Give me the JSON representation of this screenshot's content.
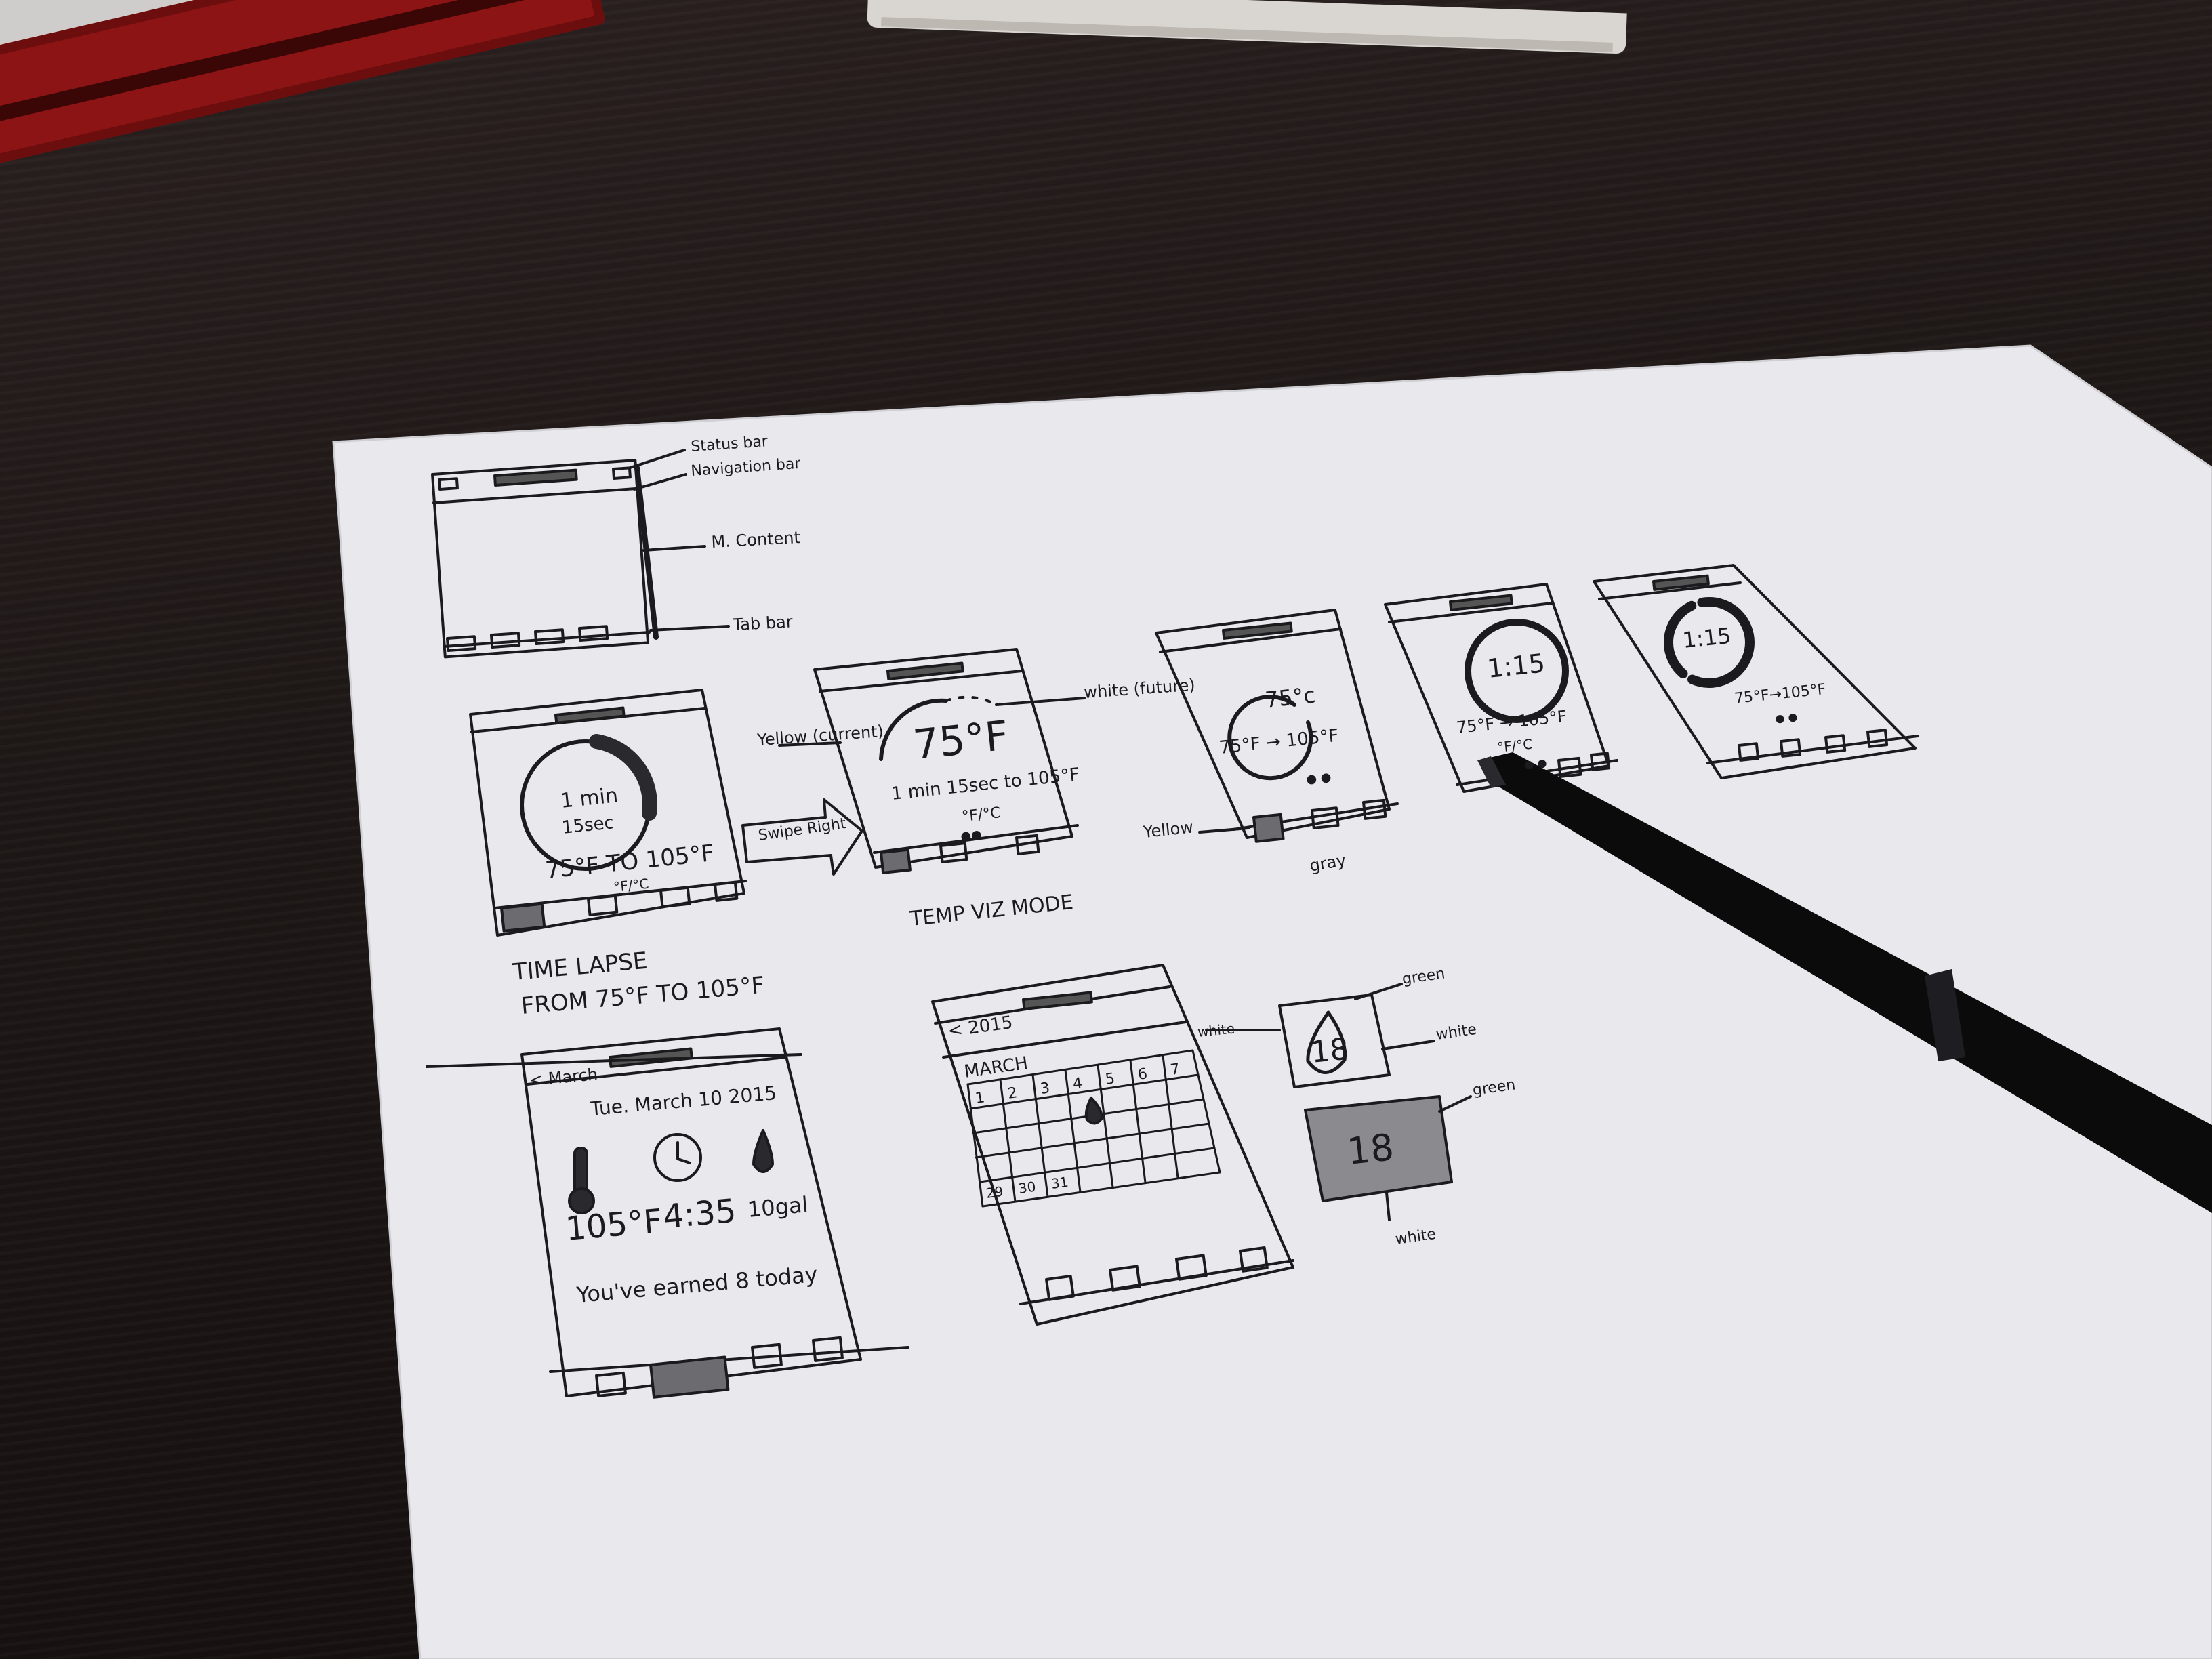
{
  "annotations": {
    "status_bar": "Status bar",
    "navigation_bar": "Navigation bar",
    "main_content": "M. Content",
    "tab_bar": "Tab bar"
  },
  "screen_a": {
    "ring_line1": "1 min",
    "ring_line2": "15sec",
    "temps": "75°F TO 105°F",
    "unit": "°F/°C",
    "swipe_label": "Swipe Right",
    "caption_line1": "TIME LAPSE",
    "caption_line2": "FROM 75°F TO 105°F"
  },
  "screen_b": {
    "yellow_note": "Yellow (current)",
    "white_note": "white (future)",
    "temp": "75°F",
    "subline": "1 min 15sec to 105°F",
    "unit": "°F/°C",
    "dots": "●●",
    "caption": "TEMP VIZ MODE"
  },
  "screen_c": {
    "temp": "75°c",
    "range": "75°F → 105°F",
    "dots": "● ●",
    "yellow_note": "Yellow",
    "gray_note": "gray"
  },
  "screen_d": {
    "time": "1:15",
    "range": "75°F → 105°F",
    "unit": "°F/°C",
    "dots": "● ●"
  },
  "screen_e": {
    "time": "1:15",
    "range": "75°F→105°F",
    "dots": "● ●"
  },
  "screen_f": {
    "back": "< March",
    "date": "Tue. March 10 2015",
    "temp": "105°F",
    "time": "4:35",
    "water": "10gal",
    "message": "You've earned 8 today"
  },
  "screen_g": {
    "back": "< 2015",
    "month": "MARCH",
    "header_days": [
      "1",
      "2",
      "3",
      "4",
      "5",
      "6",
      "7"
    ],
    "footer_days": [
      "29",
      "30",
      "31"
    ]
  },
  "badges": {
    "number": "18",
    "green_1": "green",
    "white_1": "white",
    "white_left": "white",
    "green_2": "green",
    "white_2": "white"
  },
  "colors": {
    "paper": "#e9e8ec",
    "ink": "#1b1b1e",
    "table": "#1d1716",
    "sleeve": "#8c1414"
  }
}
